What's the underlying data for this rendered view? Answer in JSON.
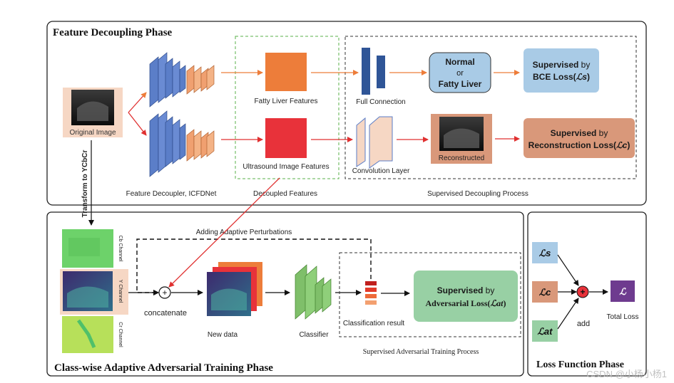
{
  "colors": {
    "blue_block": "#5b7ec8",
    "orange_block": "#f0a070",
    "orange_feature": "#ed7d3a",
    "red_feature": "#e8323a",
    "green_block": "#7fbf6a",
    "light_blue_box": "#a9cbe6",
    "salmon_box": "#d9987a",
    "green_box": "#98d0a4",
    "purple_box": "#6e3b8f",
    "dashed_green": "#5ab04a"
  },
  "feature_phase": {
    "title": "Feature Decoupling Phase",
    "original_image": "Original Image",
    "decoupler": "Feature Decoupler, ICFDNet",
    "fatty_liver_features": "Fatty Liver Features",
    "ultrasound_features": "Ultrasound Image Features",
    "decoupled_features": "Decoupled Features",
    "full_connection": "Full Connection",
    "conv_layer": "Convolution Layer",
    "normal": "Normal",
    "or": "or",
    "fatty_liver": "Fatty Liver",
    "reconstructed": "Reconstructed",
    "bce_supervised": "Supervised",
    "bce_by": "by",
    "bce_loss": "BCE Loss(",
    "bce_sym": "ℒs",
    "rec_supervised": "Supervised",
    "rec_by": "by",
    "rec_loss": "Reconstruction Loss(",
    "rec_sym": "ℒc",
    "supervised_process": "Supervised Decoupling Process",
    "transform": "Transform to YCbCr"
  },
  "adv_phase": {
    "title": "Class-wise Adaptive Adversarial Training Phase",
    "perturbations": "Adding Adaptive Perturbations",
    "cb_channel": "Cb Channel",
    "y_channel": "Y Channel",
    "cr_channel": "Cr Channel",
    "concatenate": "concatenate",
    "new_data": "New data",
    "classifier": "Classifier",
    "classification_result": "Classification result",
    "supervised": "Supervised",
    "by": "by",
    "adv_loss": "Adversarial Loss(",
    "adv_sym": "ℒat",
    "process": "Supervised Adversarial Training Process"
  },
  "loss_phase": {
    "title": "Loss  Function Phase",
    "ls": "ℒs",
    "lc": "ℒc",
    "lat": "ℒat",
    "l": "ℒ",
    "add": "add",
    "total_loss": "Total Loss"
  },
  "watermark": "CSDN @小杨小杨1"
}
